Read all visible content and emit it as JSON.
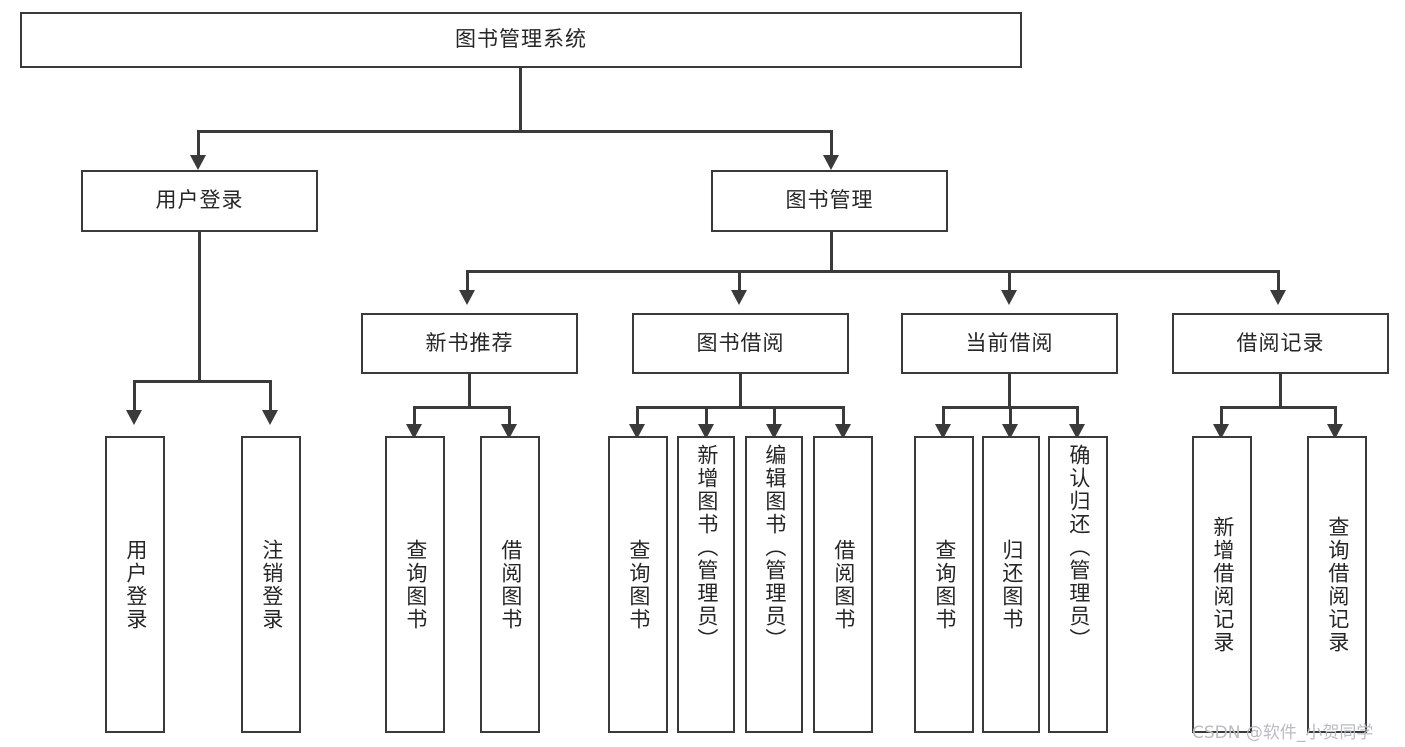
{
  "diagram": {
    "title": "图书管理系统",
    "type": "tree",
    "watermark": "CSDN @软件_小贺同学",
    "colors": {
      "stroke": "#3a3a3a",
      "fill": "#ffffff",
      "text": "#262626",
      "watermark": "#b9bcc2"
    },
    "root": {
      "label": "图书管理系统"
    },
    "level2": [
      {
        "label": "用户登录"
      },
      {
        "label": "图书管理"
      }
    ],
    "level3": [
      {
        "label": "新书推荐"
      },
      {
        "label": "图书借阅"
      },
      {
        "label": "当前借阅"
      },
      {
        "label": "借阅记录"
      }
    ],
    "leaves": {
      "user_login": [
        {
          "label": "用户登录"
        },
        {
          "label": "注销登录"
        }
      ],
      "new_book_rec": [
        {
          "label": "查询图书"
        },
        {
          "label": "借阅图书"
        }
      ],
      "book_borrow": [
        {
          "label": "查询图书"
        },
        {
          "label": "新增图书（管理员）"
        },
        {
          "label": "编辑图书（管理员）"
        },
        {
          "label": "借阅图书"
        }
      ],
      "current_borrow": [
        {
          "label": "查询图书"
        },
        {
          "label": "归还图书"
        },
        {
          "label": "确认归还（管理员）"
        }
      ],
      "borrow_record": [
        {
          "label": "新增借阅记录"
        },
        {
          "label": "查询借阅记录"
        }
      ]
    }
  }
}
